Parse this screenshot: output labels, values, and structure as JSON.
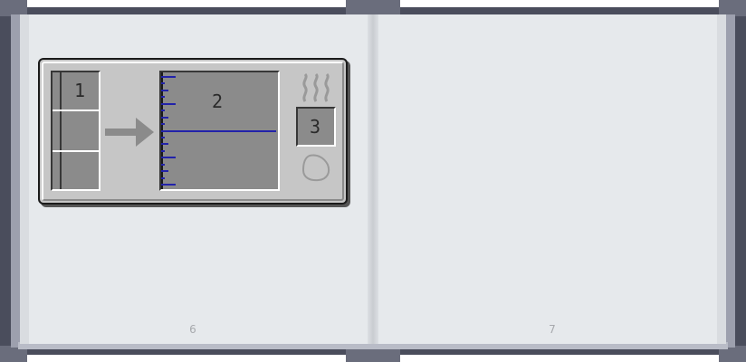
{
  "book": {
    "left_page_number": "6",
    "right_page_number": "7"
  },
  "machine": {
    "input_slot_label": "1",
    "output_tank_label": "2",
    "fuel_slot_label": "3",
    "icons": {
      "progress": "arrow-right-icon",
      "heat": "heat-waves-icon",
      "fuel": "outline-blob-icon"
    },
    "tank_gauge": {
      "level": 0.5
    }
  },
  "colors": {
    "page": "#e6e9ec",
    "cover": "#4a4d5c",
    "panel": "#c6c6c6",
    "slot": "#8b8b8b",
    "gauge_ticks": "#2222aa"
  }
}
